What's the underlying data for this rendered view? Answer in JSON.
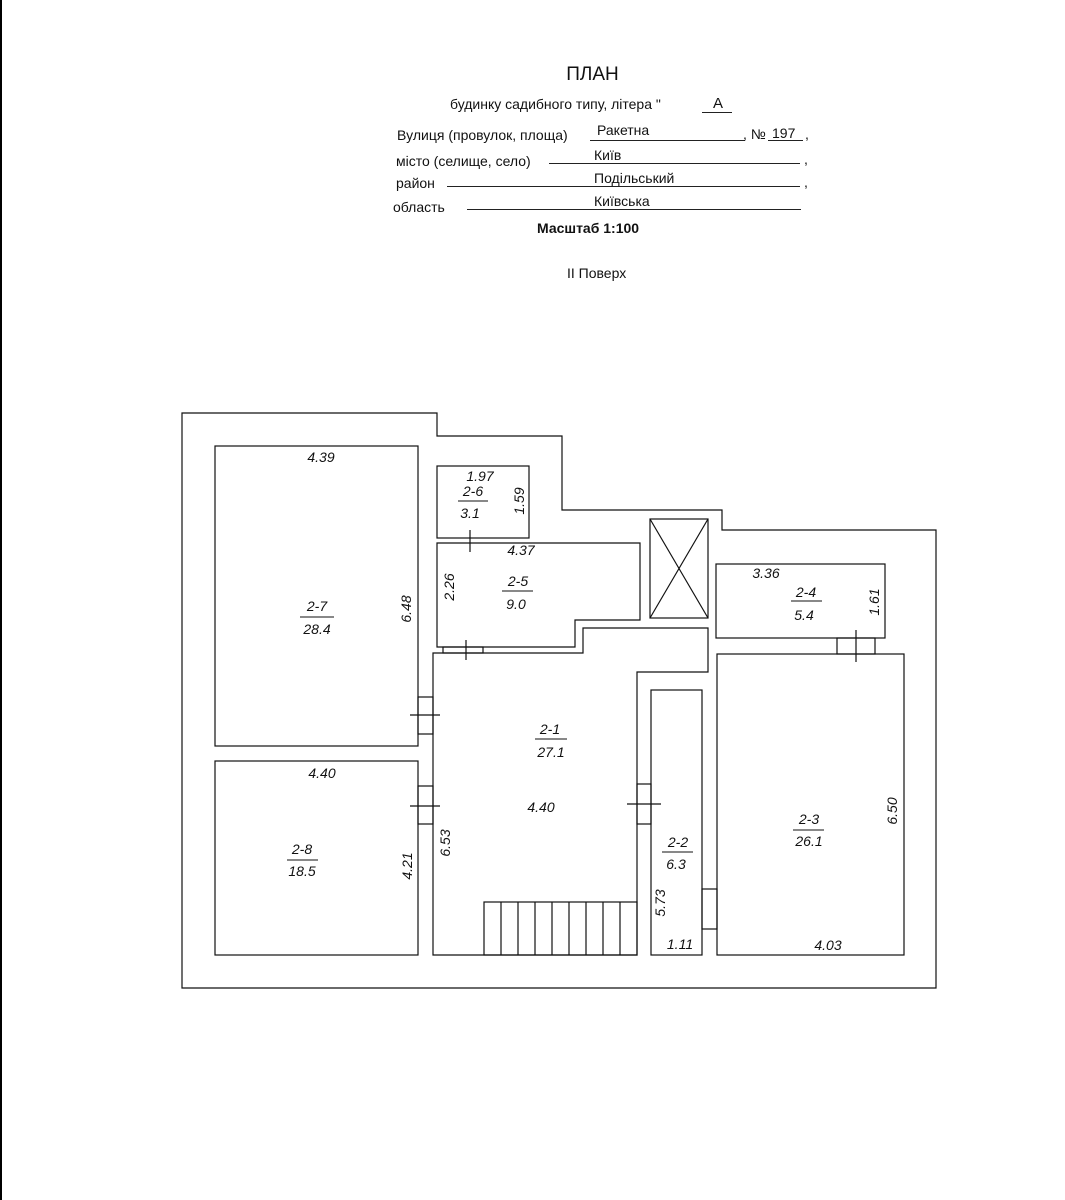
{
  "header": {
    "title": "ПЛАН",
    "subtitle": "будинку садибного типу, літера \"",
    "litera": "А",
    "street_label": "Вулиця (провулок, площа)",
    "street_value": "Ракетна",
    "number_label": ", №",
    "number_value": "197",
    "city_label": "місто (селище, село)",
    "city_value": "Київ",
    "district_label": "район",
    "district_value": "Подільський",
    "region_label": "область",
    "region_value": "Київська",
    "scale": "Масштаб  1:100",
    "floor": "ІІ Поверх",
    "comma": ","
  },
  "rooms": {
    "r27": {
      "id": "2-7",
      "area": "28.4",
      "w": "4.39",
      "h": "6.48"
    },
    "r28": {
      "id": "2-8",
      "area": "18.5",
      "w": "4.40",
      "h": "4.21"
    },
    "r26": {
      "id": "2-6",
      "area": "3.1",
      "w": "1.97",
      "h": "1.59"
    },
    "r25": {
      "id": "2-5",
      "area": "9.0",
      "w": "4.37",
      "h": "2.26"
    },
    "r21": {
      "id": "2-1",
      "area": "27.1",
      "w": "4.40",
      "h": "6.53"
    },
    "r22": {
      "id": "2-2",
      "area": "6.3",
      "w": "1.11",
      "h": "5.73"
    },
    "r24": {
      "id": "2-4",
      "area": "5.4",
      "w": "3.36",
      "h": "1.61"
    },
    "r23": {
      "id": "2-3",
      "area": "26.1",
      "w": "4.03",
      "h": "6.50"
    }
  }
}
